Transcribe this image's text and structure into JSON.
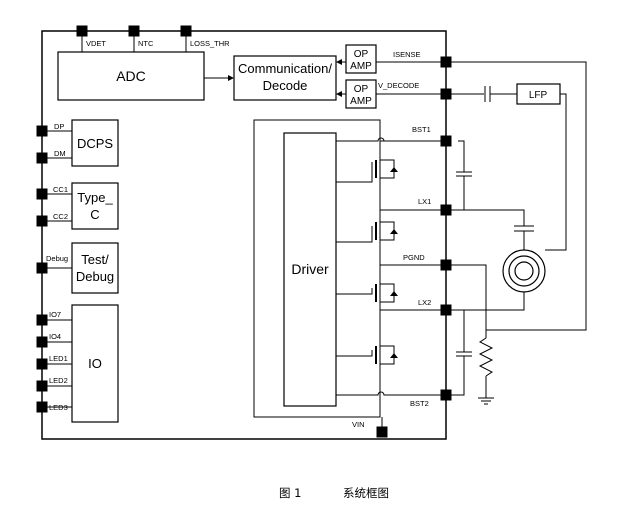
{
  "diagram": {
    "blocks": {
      "adc": "ADC",
      "comm_line1": "Communication/",
      "comm_line2": "Decode",
      "op_amp_1_line1": "OP",
      "op_amp_1_line2": "AMP",
      "op_amp_2_line1": "OP",
      "op_amp_2_line2": "AMP",
      "dcps": "DCPS",
      "type_c_line1": "Type_",
      "type_c_line2": "C",
      "test_debug_line1": "Test/",
      "test_debug_line2": "Debug",
      "io": "IO",
      "driver": "Driver",
      "lfp": "LFP"
    },
    "pins": {
      "vdet": "VDET",
      "ntc": "NTC",
      "loss_thr": "LOSS_THR",
      "isense": "ISENSE",
      "v_decode": "V_DECODE",
      "dp": "DP",
      "dm": "DM",
      "cc1": "CC1",
      "cc2": "CC2",
      "debug": "Debug",
      "io7": "IO7",
      "io4": "IO4",
      "led1": "LED1",
      "led2": "LED2",
      "led3": "LED3",
      "bst1": "BST1",
      "lx1": "LX1",
      "pgnd": "PGND",
      "lx2": "LX2",
      "bst2": "BST2",
      "vin": "VIN"
    },
    "caption": {
      "number": "图 1",
      "title": "系统框图"
    }
  }
}
